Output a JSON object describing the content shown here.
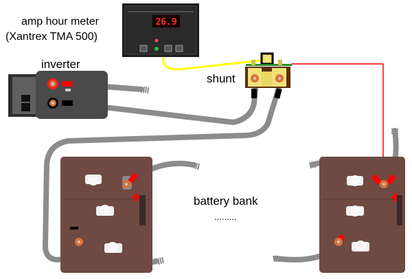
{
  "labels": {
    "meter_title": "amp hour meter",
    "meter_model": "(Xantrex TMA 500)",
    "inverter": "inverter",
    "shunt": "shunt",
    "battery_bank": "battery bank",
    "ellipsis": "........."
  },
  "meter": {
    "reading": "26.9"
  },
  "colors": {
    "cable": "#8c8c8c",
    "positive": "#ff0000",
    "negative": "#000000",
    "sense_wire": "#ffff00",
    "battery": "#6e4a43",
    "shunt_body": "#f2e27a",
    "lug": "#d9733a"
  }
}
